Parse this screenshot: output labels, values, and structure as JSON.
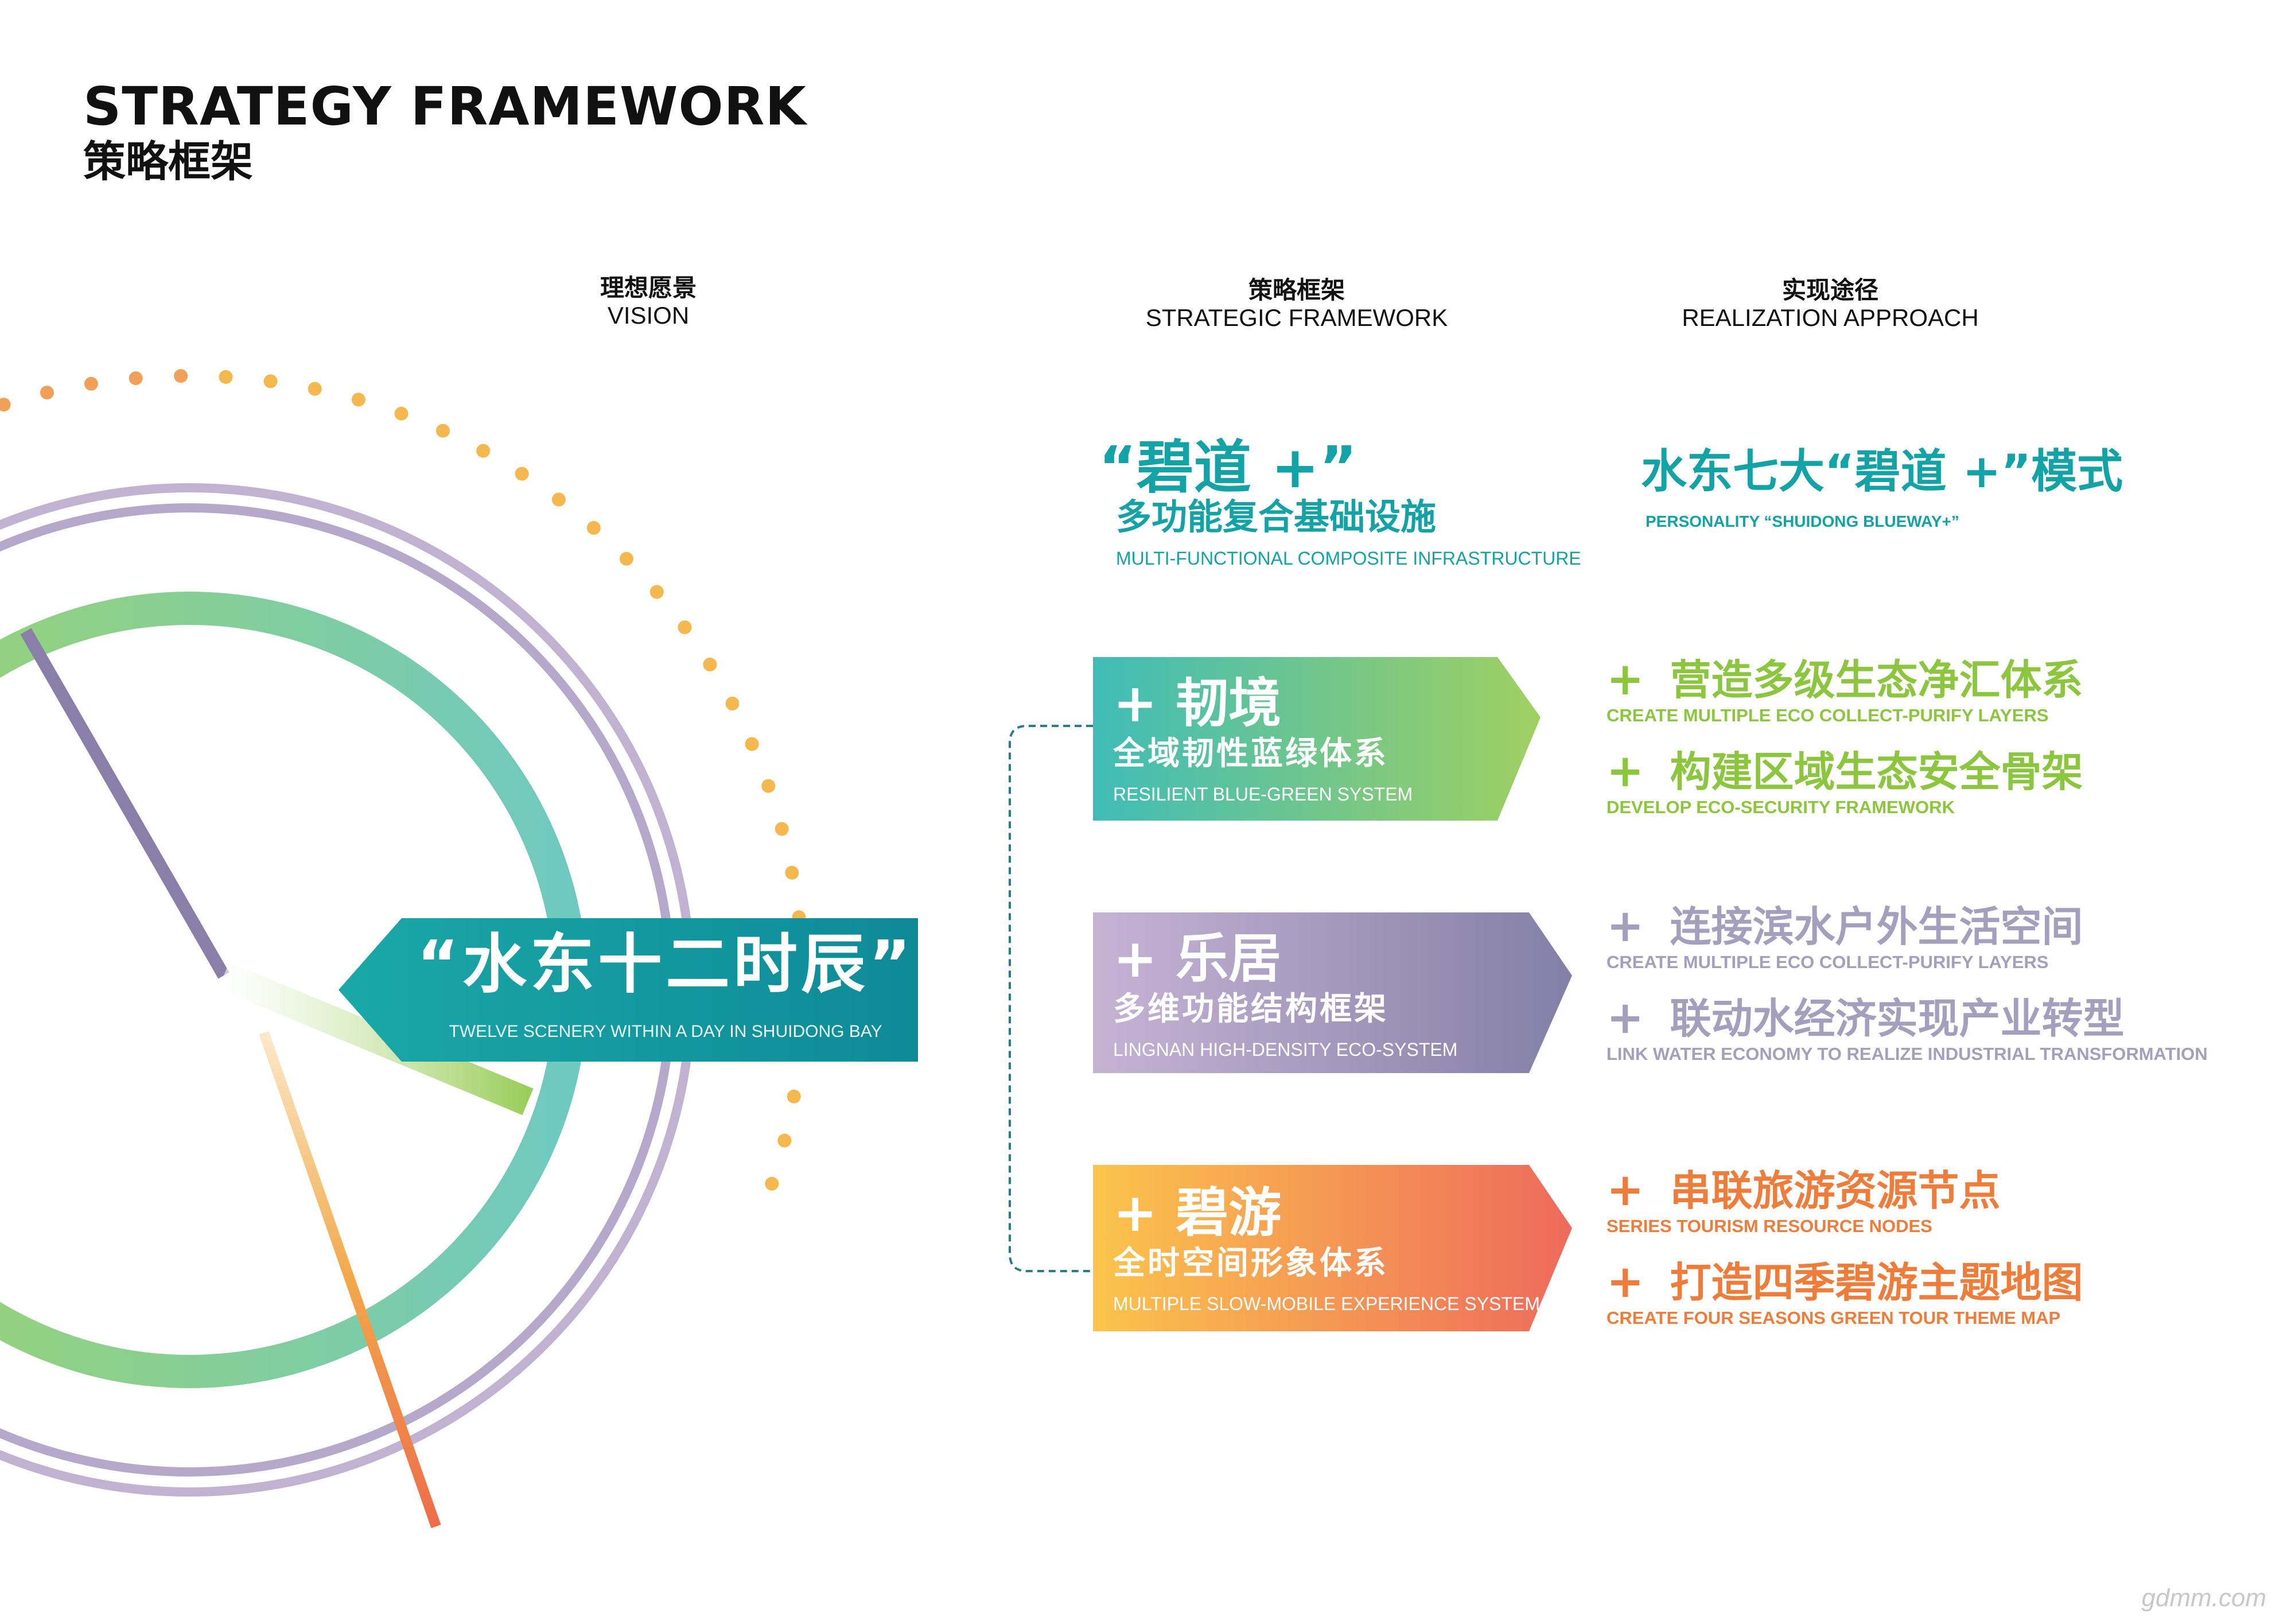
{
  "header": {
    "title_en": "STRATEGY FRAMEWORK",
    "title_cn": "策略框架"
  },
  "columns": {
    "vision": {
      "cn": "理想愿景",
      "en": "VISION"
    },
    "framework": {
      "cn": "策略框架",
      "en": "STRATEGIC FRAMEWORK"
    },
    "approach": {
      "cn": "实现途径",
      "en": "REALIZATION APPROACH"
    }
  },
  "vision": {
    "cn": "“水东十二时辰”",
    "en": "TWELVE SCENERY WITHIN A DAY IN SHUIDONG BAY"
  },
  "blueway": {
    "cn1": "“碧道 +”",
    "cn2": "多功能复合基础设施",
    "en": "MULTI-FUNCTIONAL COMPOSITE INFRASTRUCTURE"
  },
  "approach_header": {
    "cn": "水东七大“碧道 +”模式",
    "en": "PERSONALITY “SHUIDONG BLUEWAY+”"
  },
  "strategies": [
    {
      "title": "+ 韧境",
      "sub": "全域韧性蓝绿体系",
      "en": "RESILIENT BLUE-GREEN SYSTEM"
    },
    {
      "title": "+ 乐居",
      "sub": "多维功能结构框架",
      "en": "LINGNAN HIGH-DENSITY ECO-SYSTEM"
    },
    {
      "title": "+ 碧游",
      "sub": "全时空间形象体系",
      "en": "MULTIPLE SLOW-MOBILE EXPERIENCE SYSTEM"
    }
  ],
  "approaches": [
    {
      "plus": "+",
      "cn": "营造多级生态净汇体系",
      "en": "CREATE MULTIPLE ECO COLLECT-PURIFY LAYERS"
    },
    {
      "plus": "+",
      "cn": "构建区域生态安全骨架",
      "en": "DEVELOP ECO-SECURITY FRAMEWORK"
    },
    {
      "plus": "+",
      "cn": "连接滨水户外生活空间",
      "en": "CREATE MULTIPLE ECO COLLECT-PURIFY LAYERS"
    },
    {
      "plus": "+",
      "cn": "联动水经济实现产业转型",
      "en": "LINK WATER ECONOMY TO REALIZE  INDUSTRIAL TRANSFORMATION"
    },
    {
      "plus": "+",
      "cn": "串联旅游资源节点",
      "en": "SERIES TOURISM RESOURCE NODES"
    },
    {
      "plus": "+",
      "cn": "打造四季碧游主题地图",
      "en": "CREATE FOUR SEASONS GREEN TOUR THEME MAP"
    }
  ],
  "colors": {
    "teal": "#13a3a7",
    "green": "#8cc63f",
    "purple": "#8a81a8",
    "orange": "#f08a2c",
    "approach_green": "#8cc63f",
    "approach_purple": "#a39fbd",
    "approach_orange": "#ee7c3a"
  },
  "watermark": "gdmm.com"
}
